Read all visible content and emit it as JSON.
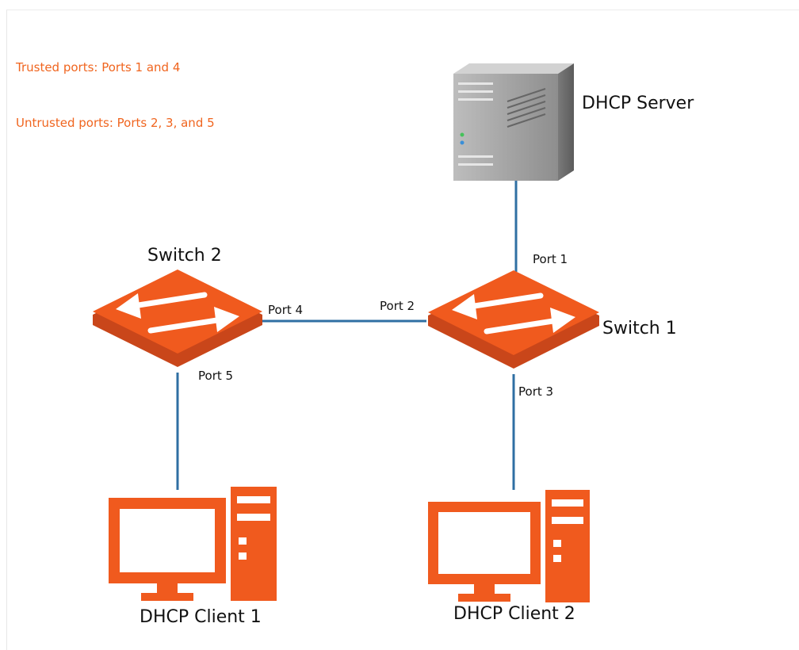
{
  "notes": {
    "trusted": "Trusted ports: Ports 1 and 4",
    "untrusted": "Untrusted ports: Ports 2, 3, and 5"
  },
  "devices": {
    "server": "DHCP Server",
    "switch1": "Switch 1",
    "switch2": "Switch 2",
    "client1": "DHCP Client 1",
    "client2": "DHCP Client 2"
  },
  "ports": {
    "p1": "Port 1",
    "p2": "Port 2",
    "p3": "Port 3",
    "p4": "Port 4",
    "p5": "Port 5"
  },
  "colors": {
    "accent": "#f05a1e",
    "accent_dark": "#c9461a",
    "link": "#2f6fa3",
    "note_text": "#f0651f"
  }
}
